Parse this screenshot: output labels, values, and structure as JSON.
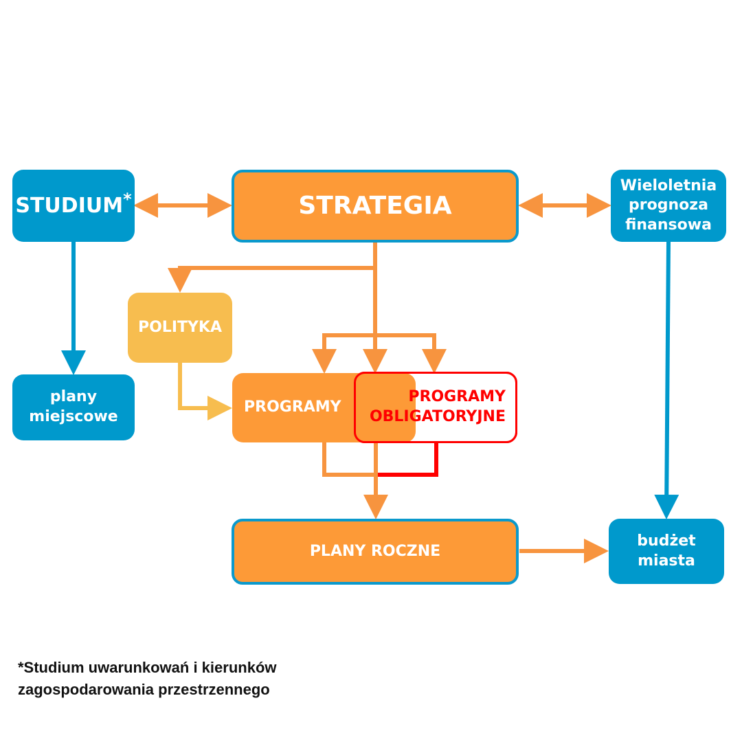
{
  "nodes": {
    "studium": {
      "label": "STUDIUM",
      "marker": "*"
    },
    "strategia": {
      "label": "STRATEGIA"
    },
    "wpf": {
      "line1": "Wieloletnia",
      "line2": "prognoza",
      "line3": "finansowa"
    },
    "polityka": {
      "label": "POLITYKA"
    },
    "plany_miejscowe": {
      "line1": "plany",
      "line2": "miejscowe"
    },
    "programy": {
      "label": "PROGRAMY"
    },
    "programy_obligatoryjne": {
      "line1": "PROGRAMY",
      "line2": "OBLIGATORYJNE"
    },
    "plany_roczne": {
      "label": "PLANY ROCZNE"
    },
    "budzet": {
      "line1": "budżet",
      "line2": "miasta"
    }
  },
  "footnote": {
    "line1": "*Studium uwarunkowań i kierunków",
    "line2": "zagospodarowania przestrzennego"
  },
  "colors": {
    "blue": "#0099cc",
    "orange": "#fd9a37",
    "yellow": "#f7bd4f",
    "red": "#ff0000",
    "arrow_orange": "#f7943f"
  }
}
